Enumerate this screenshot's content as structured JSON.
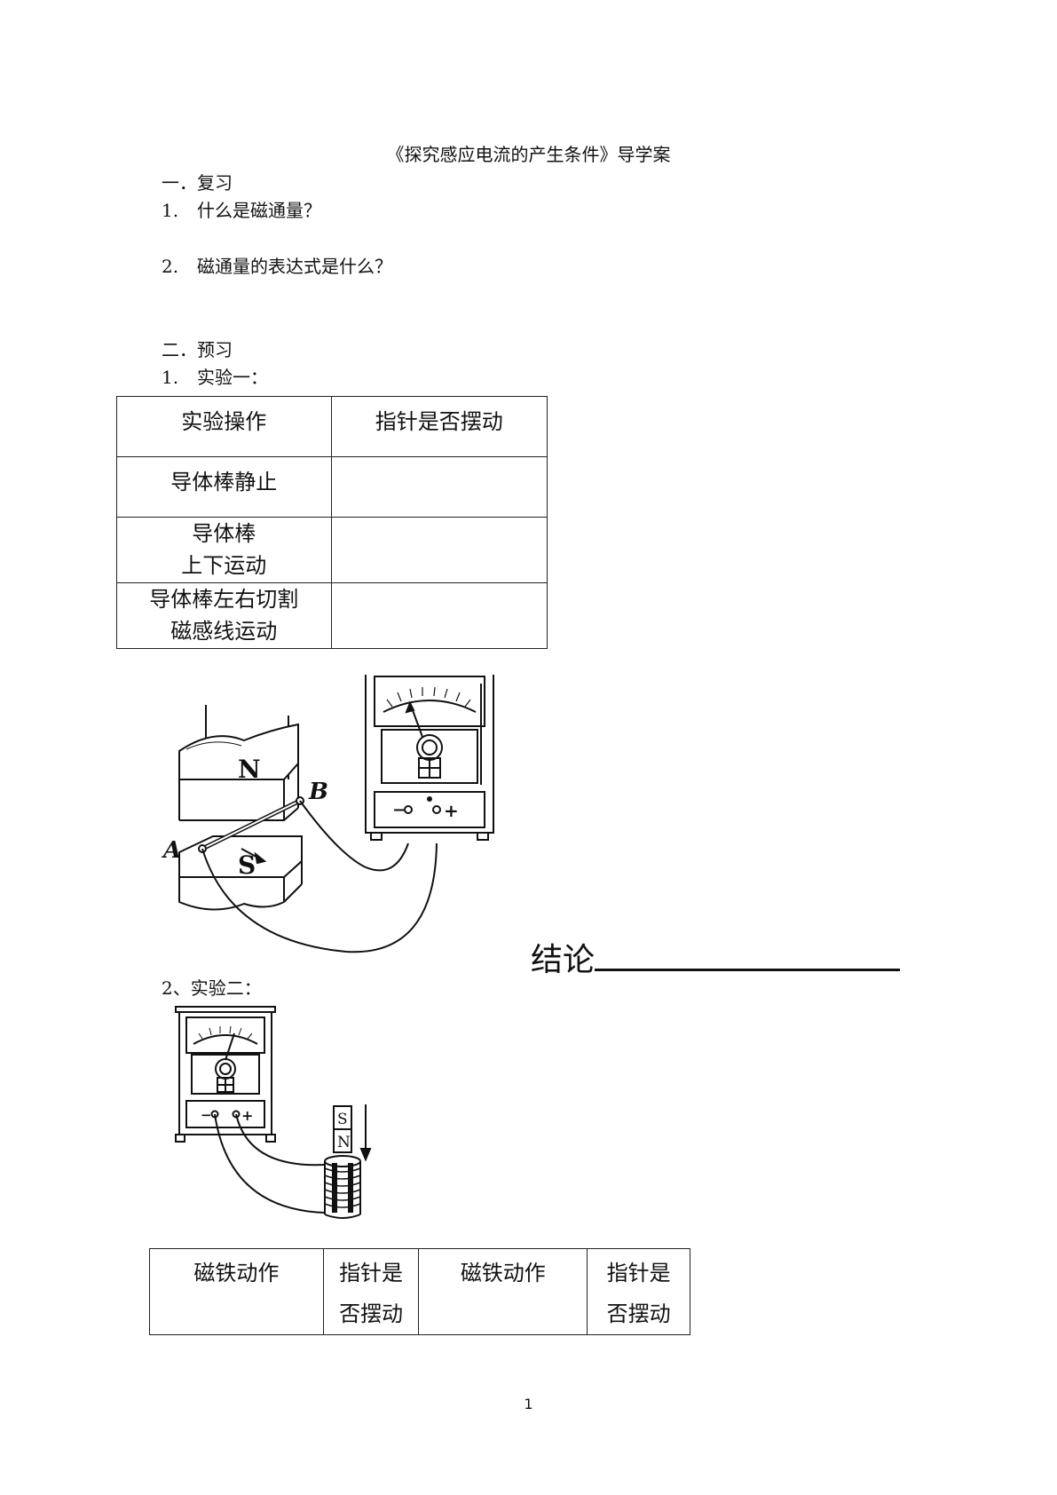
{
  "title": "《探究感应电流的产生条件》导学案",
  "review": {
    "heading": "一．复习",
    "items": [
      {
        "num": "1.",
        "text": "什么是磁通量？"
      },
      {
        "num": "2.",
        "text": "磁通量的表达式是什么？"
      }
    ]
  },
  "preview": {
    "heading": "二．预习",
    "exp1": {
      "num": "1.",
      "text": "实验一："
    }
  },
  "table1": {
    "headers": [
      "实验操作",
      "指针是否摆动"
    ],
    "rows": [
      {
        "op_line1": "导体棒静止",
        "op_line2": ""
      },
      {
        "op_line1": "导体棒",
        "op_line2": "上下运动"
      },
      {
        "op_line1": "导体棒左右切割",
        "op_line2": "磁感线运动"
      }
    ]
  },
  "figure1": {
    "labels": {
      "north": "N",
      "south": "S",
      "end_a": "A",
      "end_b": "B",
      "minus": "−",
      "plus": "+"
    }
  },
  "conclusion_label": "结论",
  "exp2_label": "2、实验二：",
  "figure2": {
    "labels": {
      "south": "S",
      "north": "N",
      "minus": "−",
      "plus": "+"
    }
  },
  "table2": {
    "headers": [
      {
        "line1": "磁铁动作",
        "line2": ""
      },
      {
        "line1": "指针是",
        "line2": "否摆动"
      },
      {
        "line1": "磁铁动作",
        "line2": ""
      },
      {
        "line1": "指针是",
        "line2": "否摆动"
      }
    ]
  },
  "page_number": "1"
}
